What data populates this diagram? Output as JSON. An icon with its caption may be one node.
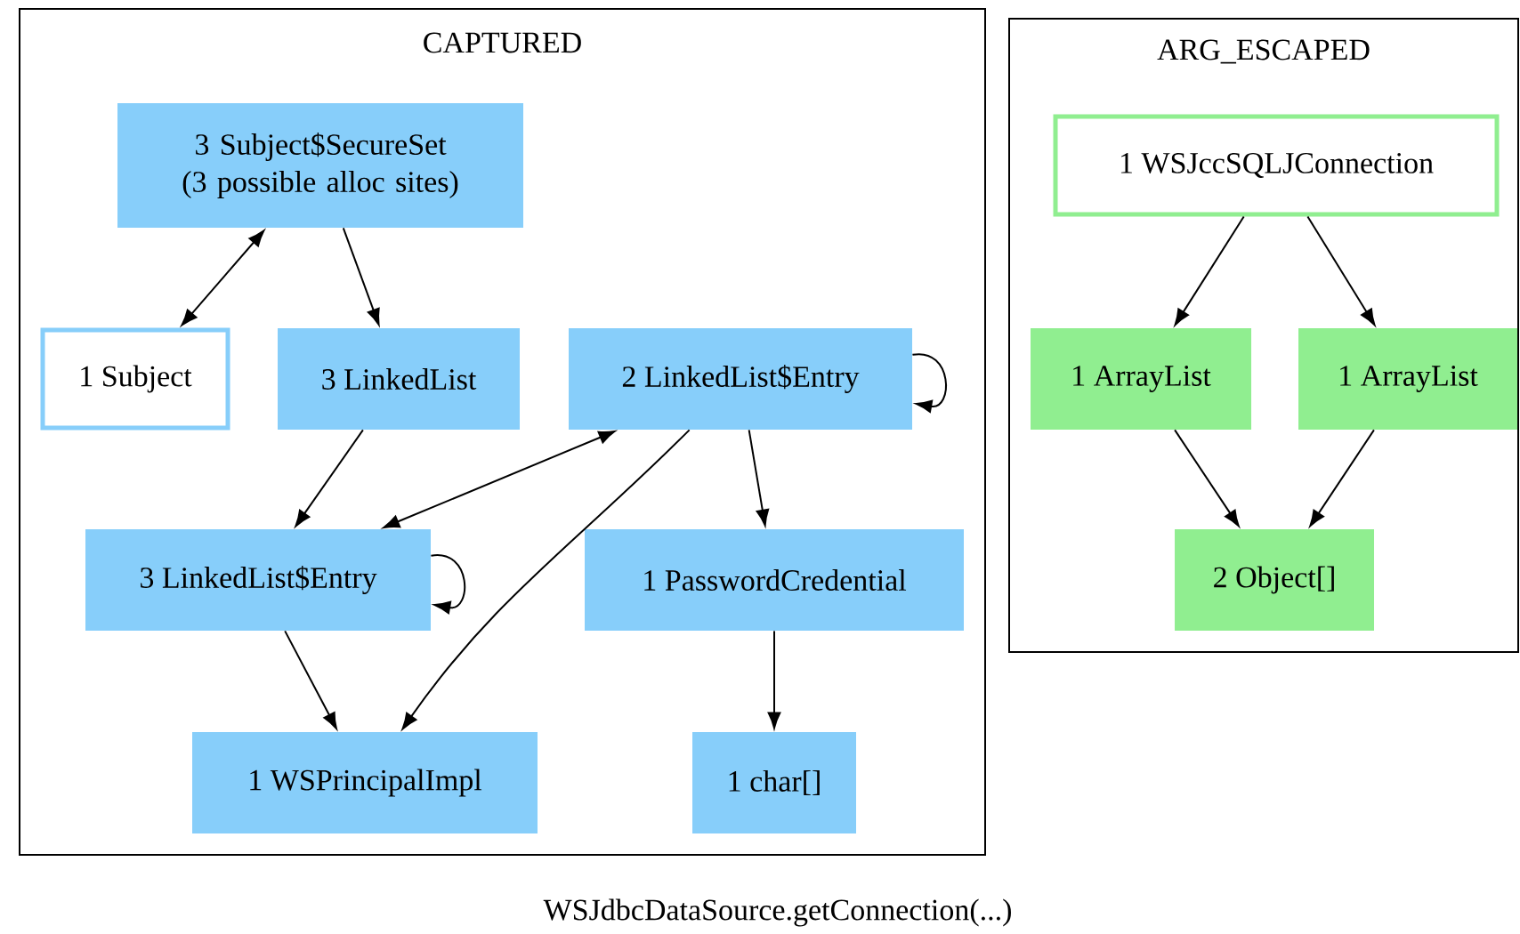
{
  "diagram": {
    "caption": "WSJdbcDataSource.getConnection(...)",
    "nodes": [
      {
        "text": [
          "CAPTURED"
        ]
      },
      {
        "text": [
          "3 Subject$SecureSet (3 possible alloc sites)"
        ],
        "in": 0
      },
      {
        "text": [
          "1 Subject"
        ],
        "in": 0
      },
      {
        "text": [
          "3 LinkedList"
        ],
        "in": 0
      },
      {
        "text": [
          "2 LinkedList$Entry"
        ],
        "in": 0
      },
      {
        "text": [
          "3 LinkedList$Entry"
        ],
        "in": 0
      },
      {
        "text": [
          "1 PasswordCredential"
        ],
        "in": 0
      },
      {
        "text": [
          "1 WSPrincipalImpl"
        ],
        "in": 0
      },
      {
        "text": [
          "1 char[]"
        ],
        "in": 0
      },
      {
        "text": [
          "ARG_ESCAPED"
        ]
      },
      {
        "text": [
          "1 WSJccSQLJConnection"
        ],
        "in": 9
      },
      {
        "text": [
          "1 ArrayList"
        ],
        "in": 9
      },
      {
        "text": [
          "1 ArrayList"
        ],
        "in": 9
      },
      {
        "text": [
          "2 Object[]"
        ],
        "in": 9
      }
    ],
    "edges": [
      {
        "from": 1,
        "to": 2,
        "arrow": "both"
      },
      {
        "from": 1,
        "to": 3,
        "arrow": "to"
      },
      {
        "from": 4,
        "to": 4,
        "arrow": "to"
      },
      {
        "from": 3,
        "to": 5,
        "arrow": "to"
      },
      {
        "from": 4,
        "to": 5,
        "arrow": "both"
      },
      {
        "from": 4,
        "to": 7,
        "arrow": "to"
      },
      {
        "from": 4,
        "to": 6,
        "arrow": "to"
      },
      {
        "from": 5,
        "to": 5,
        "arrow": "to"
      },
      {
        "from": 5,
        "to": 7,
        "arrow": "to"
      },
      {
        "from": 6,
        "to": 8,
        "arrow": "to"
      },
      {
        "from": 10,
        "to": 11,
        "arrow": "to"
      },
      {
        "from": 10,
        "to": 12,
        "arrow": "to"
      },
      {
        "from": 11,
        "to": 13,
        "arrow": "to"
      },
      {
        "from": 12,
        "to": 13,
        "arrow": "to"
      }
    ]
  }
}
